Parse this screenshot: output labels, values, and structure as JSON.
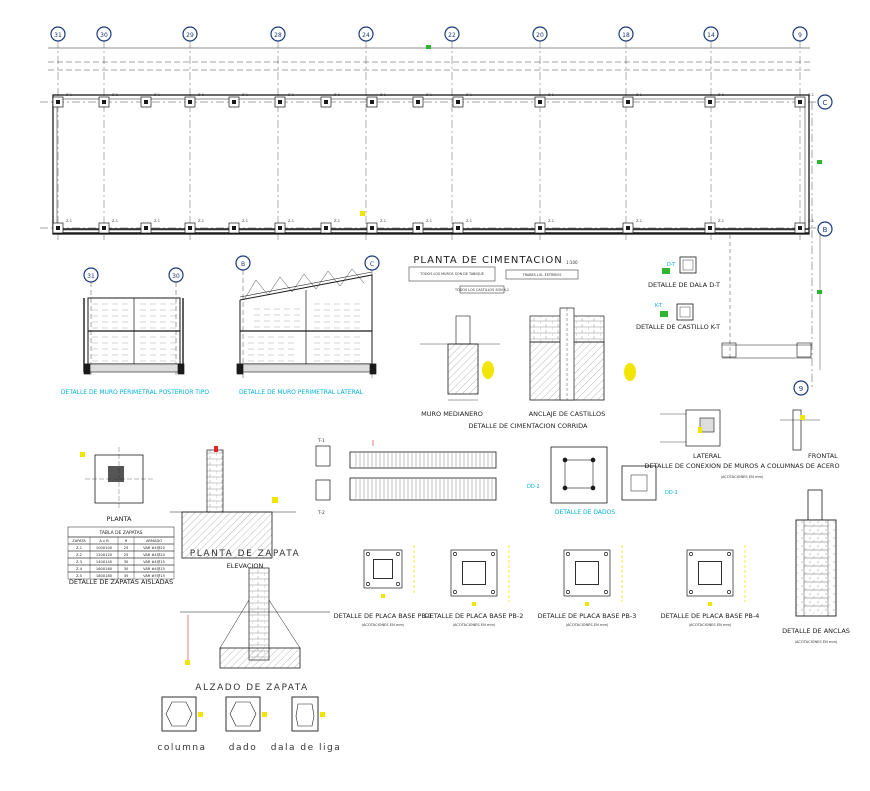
{
  "sheet": {
    "axis_labels_top": [
      "31",
      "30",
      "29",
      "28",
      "24",
      "22",
      "20",
      "18",
      "14",
      "9"
    ],
    "axis_labels_right": [
      "C",
      "B"
    ],
    "axis_label_bottom_right": "9",
    "col_label": "Z-1",
    "colors": {
      "line": "#1a1a1a",
      "accent_cyan": "#00a8d8",
      "accent_yellow": "#f2e600",
      "accent_green": "#2fb52f",
      "accent_red": "#e52222"
    }
  },
  "plan": {
    "title": "PLANTA DE CIMENTACION",
    "scale": "1:100",
    "notes": [
      "TODOS LOS MUROS SON DE TABIQUE",
      "TRABES LIG. ESTRIBOS",
      "TODOS LOS CASTILLOS SON K-1"
    ]
  },
  "wall_details": {
    "rear": {
      "axes": [
        "31",
        "30"
      ],
      "caption": "DETALLE DE MURO PERIMETRAL POSTERIOR TIPO"
    },
    "lateral": {
      "axes": [
        "B",
        "C"
      ],
      "caption": "DETALLE DE MURO PERIMETRAL LATERAL"
    }
  },
  "corrida": {
    "caption": "DETALLE DE CIMENTACION CORRIDA",
    "sub_left": "MURO MEDIANERO",
    "sub_right": "ANCLAJE DE CASTILLOS"
  },
  "dala": {
    "caption": "DETALLE DE DALA D-T",
    "tag": "D-T"
  },
  "castillo": {
    "caption": "DETALLE DE CASTILLO K-T",
    "tag": "K-T"
  },
  "conexion": {
    "lateral": "LATERAL",
    "frontal": "FRONTAL",
    "caption": "DETALLE DE CONEXION DE MUROS A COLUMNAS DE ACERO",
    "sub": "(ACOTACIONES EN mm)"
  },
  "zapata": {
    "planta_label": "PLANTA",
    "planta_big": "PLANTA DE ZAPATA",
    "elevation_label": "ELEVACION",
    "table_title": "TABLA DE ZAPATAS",
    "table_headers": [
      "ZAPATA",
      "A x B",
      "H",
      "ARMADO"
    ],
    "table_rows": [
      [
        "Z-1",
        "100X100",
        "25",
        "VAR #4@20"
      ],
      [
        "Z-2",
        "120X120",
        "25",
        "VAR #4@20"
      ],
      [
        "Z-3",
        "140X140",
        "30",
        "VAR #4@15"
      ],
      [
        "Z-4",
        "160X160",
        "30",
        "VAR #4@15"
      ],
      [
        "Z-5",
        "180X180",
        "35",
        "VAR #5@15"
      ]
    ],
    "caption": "DETALLE DE ZAPATAS AISLADAS",
    "alzado": "ALZADO DE ZAPATA"
  },
  "sections": {
    "labels": [
      "columna",
      "dado",
      "dala de liga"
    ],
    "tags": [
      "T-1",
      "T-2"
    ]
  },
  "dados": {
    "caption": "DETALLE DE DADOS",
    "tags": [
      "DD-2",
      "DD-1"
    ]
  },
  "placas": {
    "items": [
      {
        "caption": "DETALLE DE PLACA BASE PB-1"
      },
      {
        "caption": "DETALLE DE PLACA BASE PB-2"
      },
      {
        "caption": "DETALLE DE PLACA BASE PB-3"
      },
      {
        "caption": "DETALLE DE PLACA BASE PB-4"
      }
    ],
    "sub": "(ACOTACIONES EN mm)"
  },
  "anclas": {
    "caption": "DETALLE DE ANCLAS",
    "sub": "(ACOTACIONES EN mm)"
  }
}
